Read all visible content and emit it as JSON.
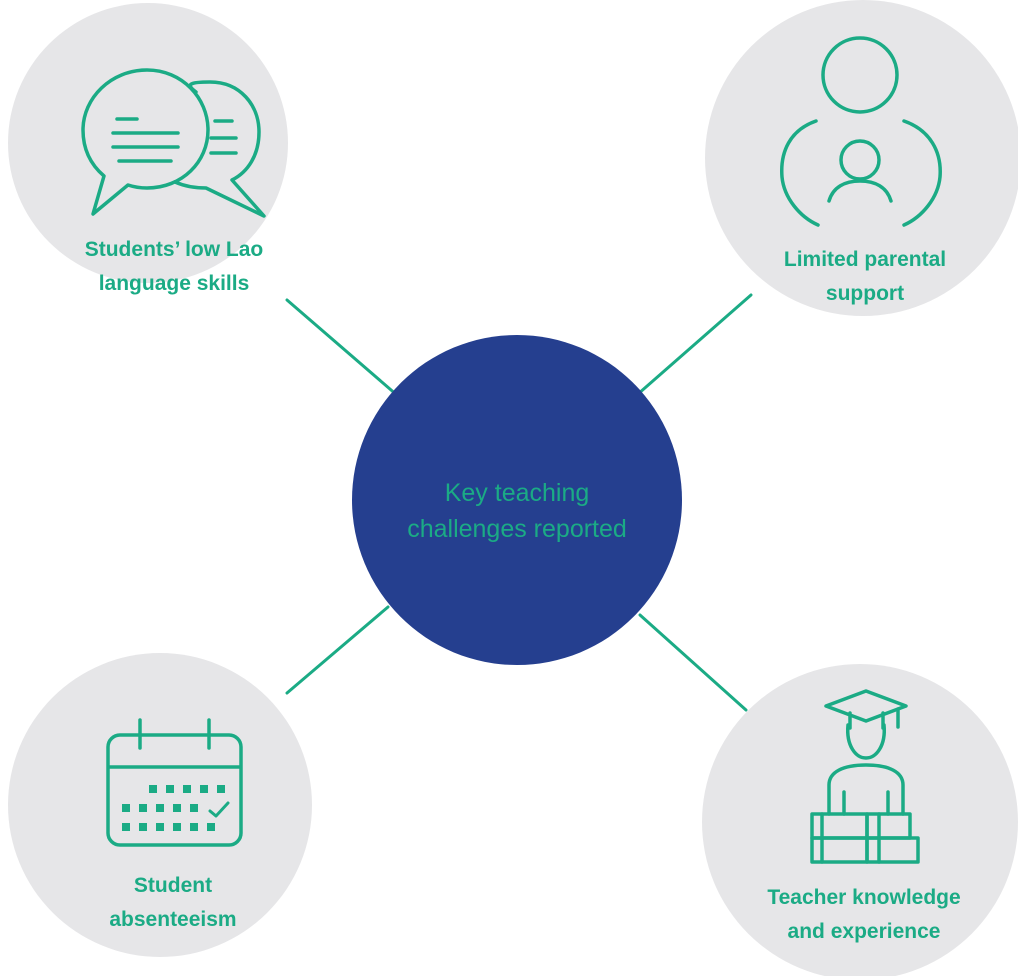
{
  "colors": {
    "background": "#ffffff",
    "node_fill": "#e6e6e8",
    "center_fill": "#253f8f",
    "accent": "#1bab85"
  },
  "center": {
    "line1": "Key teaching",
    "line2": "challenges reported"
  },
  "nodes": [
    {
      "id": "top-left",
      "icon": "speech-bubbles-icon",
      "line1": "Students’ low Lao",
      "line2": "language skills"
    },
    {
      "id": "top-right",
      "icon": "parent-child-icon",
      "line1": "Limited parental",
      "line2": "support"
    },
    {
      "id": "bottom-left",
      "icon": "calendar-icon",
      "line1": "Student",
      "line2": "absenteeism"
    },
    {
      "id": "bottom-right",
      "icon": "graduate-books-icon",
      "line1": "Teacher knowledge",
      "line2": "and experience"
    }
  ]
}
